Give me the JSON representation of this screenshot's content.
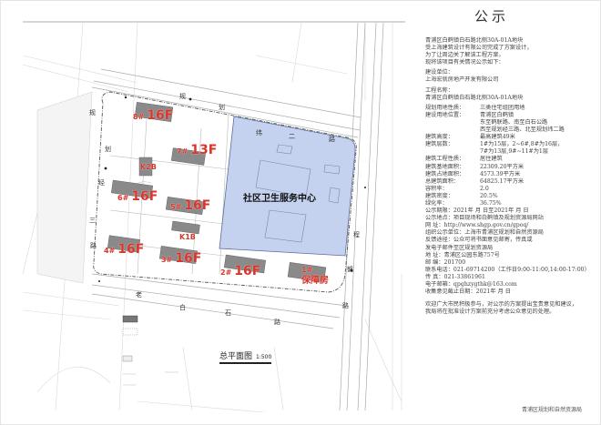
{
  "header": {
    "title": "公示"
  },
  "notice": {
    "intro": [
      "青浦区白鹤镇白石路北侧30A-01A地块",
      "受上海建筑设计有限公司完成了方案设计，",
      "为了让周边关了解该工程方案，",
      "现将该项目有关情况公示如下："
    ],
    "fields": [
      {
        "key": "建设单位：",
        "value": ""
      },
      {
        "key": "",
        "value": "上海宏就房地产开发有限公司"
      },
      {
        "key": "工程名称：",
        "value": ""
      },
      {
        "key": "",
        "value": "青浦区白鹤镇白石路北侧30A-01A地块"
      },
      {
        "key": "规划用地性质：",
        "value": "三类住宅组团用地"
      },
      {
        "key": "建设用地位置：",
        "value": "青浦区白鹤镇"
      },
      {
        "key": "",
        "value": "东至鹤联路、南至白石公路"
      },
      {
        "key": "",
        "value": "西至规划经三路、北至规划纬二路"
      },
      {
        "key": "建筑高度：",
        "value": "最高建筑49米"
      },
      {
        "key": "建筑层数：",
        "value": "1#为15层，2~6#,8#为16层，"
      },
      {
        "key": "",
        "value": "7#为13层,9#~11#为1层"
      },
      {
        "key": "建筑工程性质：",
        "value": "居住建筑"
      },
      {
        "key": "建筑基地面积：",
        "value": "22309.20平方米"
      },
      {
        "key": "建筑占地面积：",
        "value": "4573.39平方米"
      },
      {
        "key": "总建筑面积：",
        "value": "64825.17平方米"
      },
      {
        "key": "容积率：",
        "value": "2.0"
      },
      {
        "key": "建筑密度：",
        "value": "20.5%"
      },
      {
        "key": "绿化率：",
        "value": "36.75%"
      }
    ],
    "publicity": [
      "公示期限：2021年  月  日至2021年  月  日",
      "公示地点：项目现场和白鹤镇及规划资源局网站",
      "网    址：http://www.shgp.gov.cn/gpoq/",
      "组织公示单位：上海市青浦区规划和自然资源局",
      "反馈途径：公众可将书面意见邮寄，传真或",
      "发电子邮件至区规划资源局",
      "地    址：青浦区公园东路757号",
      "邮    编：201700",
      "联系电话：021-69714200（工作日9:00-11:00,14:00-17:00）",
      "传    真：021-33861961",
      "电子邮箱：qpghzygthk@163.com",
      "收集意见截止日期：2021年  月  日"
    ],
    "closing": [
      "欢迎广大市民积极参与，对公示的方案提出宝贵意见和建议，",
      "我局将在批准设计方案前充分考虑公众意见的处理。"
    ]
  },
  "footer": {
    "org": "青浦区规划和自然资源局"
  },
  "plan": {
    "title": "总平面图",
    "scale": "1:500",
    "center_label": "社区卫生服务中心",
    "buildings": [
      {
        "num": "8#",
        "floors": "16F"
      },
      {
        "num": "7#",
        "floors": "13F"
      },
      {
        "num": "K2B",
        "floors": ""
      },
      {
        "num": "6#",
        "floors": "16F"
      },
      {
        "num": "5#",
        "floors": "16F"
      },
      {
        "num": "K1B",
        "floors": ""
      },
      {
        "num": "4#",
        "floors": "16F"
      },
      {
        "num": "3#",
        "floors": "16F"
      },
      {
        "num": "2#",
        "floors": "16F"
      },
      {
        "num": "1#",
        "floors": "保障房"
      }
    ],
    "roads": {
      "north": [
        "规",
        "划",
        "纬",
        "二",
        "路"
      ],
      "west": [
        "规",
        "划",
        "经",
        "三",
        "路"
      ],
      "south": [
        "老",
        "白",
        "石",
        "路"
      ],
      "east": [
        "鹤",
        "联",
        "路"
      ],
      "east_misc": "程"
    }
  }
}
